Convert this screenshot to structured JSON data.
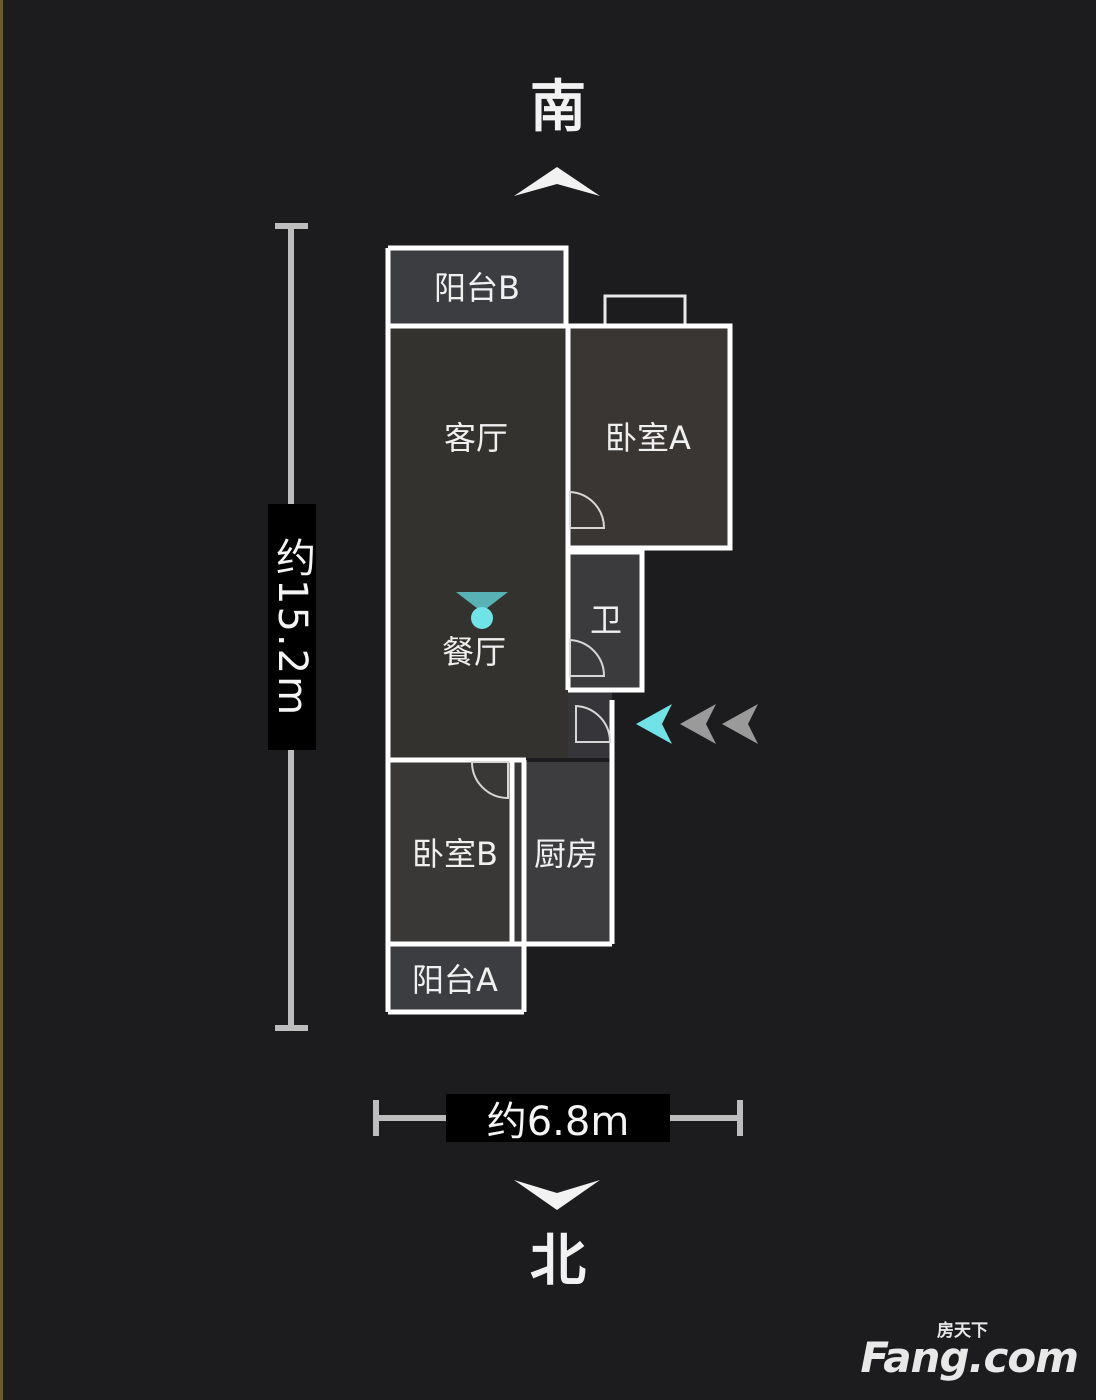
{
  "orientation": {
    "top": "南",
    "bottom": "北"
  },
  "dimensions": {
    "height": "约15.2m",
    "width": "约6.8m"
  },
  "rooms": [
    {
      "id": "balcony-b",
      "label": "阳台B"
    },
    {
      "id": "living-room",
      "label": "客厅"
    },
    {
      "id": "bedroom-a",
      "label": "卧室A"
    },
    {
      "id": "bathroom",
      "label": "卫"
    },
    {
      "id": "dining-room",
      "label": "餐厅"
    },
    {
      "id": "bedroom-b",
      "label": "卧室B"
    },
    {
      "id": "kitchen",
      "label": "厨房"
    },
    {
      "id": "balcony-a",
      "label": "阳台A"
    }
  ],
  "watermark": {
    "chinese": "房天下",
    "brand": "Fang.com"
  },
  "colors": {
    "background": "#1c1c1e",
    "wall": "#ffffff",
    "accent": "#6fe3e6",
    "arrow_gray": "#9a9a9a"
  }
}
